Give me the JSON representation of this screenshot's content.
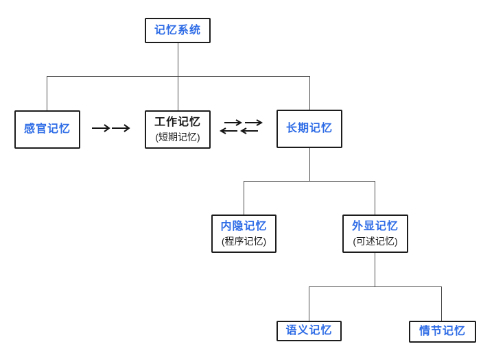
{
  "diagram": {
    "type": "hierarchy-flowchart",
    "language": "zh-CN",
    "topic": "记忆系统"
  },
  "colors": {
    "background": "#ffffff",
    "accent_blue": "#2e6ce6",
    "box_border": "#1c1c1c",
    "connector_gray": "#4d4d4d",
    "arrow_black": "#141414",
    "sub_text": "#1a1a1a"
  },
  "nodes": {
    "memory_system": {
      "label": "记忆系统"
    },
    "sensory_memory": {
      "label": "感官记忆"
    },
    "working_memory": {
      "label": "工作记忆",
      "sublabel": "(短期记忆)"
    },
    "long_term_memory": {
      "label": "长期记忆"
    },
    "implicit_memory": {
      "label": "内隐记忆",
      "sublabel": "(程序记忆)"
    },
    "explicit_memory": {
      "label": "外显记忆",
      "sublabel": "(可述记忆)"
    },
    "semantic_memory": {
      "label": "语义记忆"
    },
    "episodic_memory": {
      "label": "情节记忆"
    }
  },
  "edges": [
    {
      "from": "记忆系统",
      "to": "感官记忆",
      "type": "hierarchy"
    },
    {
      "from": "记忆系统",
      "to": "工作记忆",
      "type": "hierarchy"
    },
    {
      "from": "记忆系统",
      "to": "长期记忆",
      "type": "hierarchy"
    },
    {
      "from": "感官记忆",
      "to": "工作记忆",
      "type": "flow-forward-double-arrow"
    },
    {
      "from": "工作记忆",
      "to": "长期记忆",
      "type": "flow-bidirectional-double-arrow"
    },
    {
      "from": "长期记忆",
      "to": "内隐记忆",
      "type": "hierarchy"
    },
    {
      "from": "长期记忆",
      "to": "外显记忆",
      "type": "hierarchy"
    },
    {
      "from": "外显记忆",
      "to": "语义记忆",
      "type": "hierarchy"
    },
    {
      "from": "外显记忆",
      "to": "情节记忆",
      "type": "hierarchy"
    }
  ],
  "icons": {
    "forward_arrow": "double-right-arrow",
    "bidirectional_arrow": "double-exchange-arrow"
  }
}
